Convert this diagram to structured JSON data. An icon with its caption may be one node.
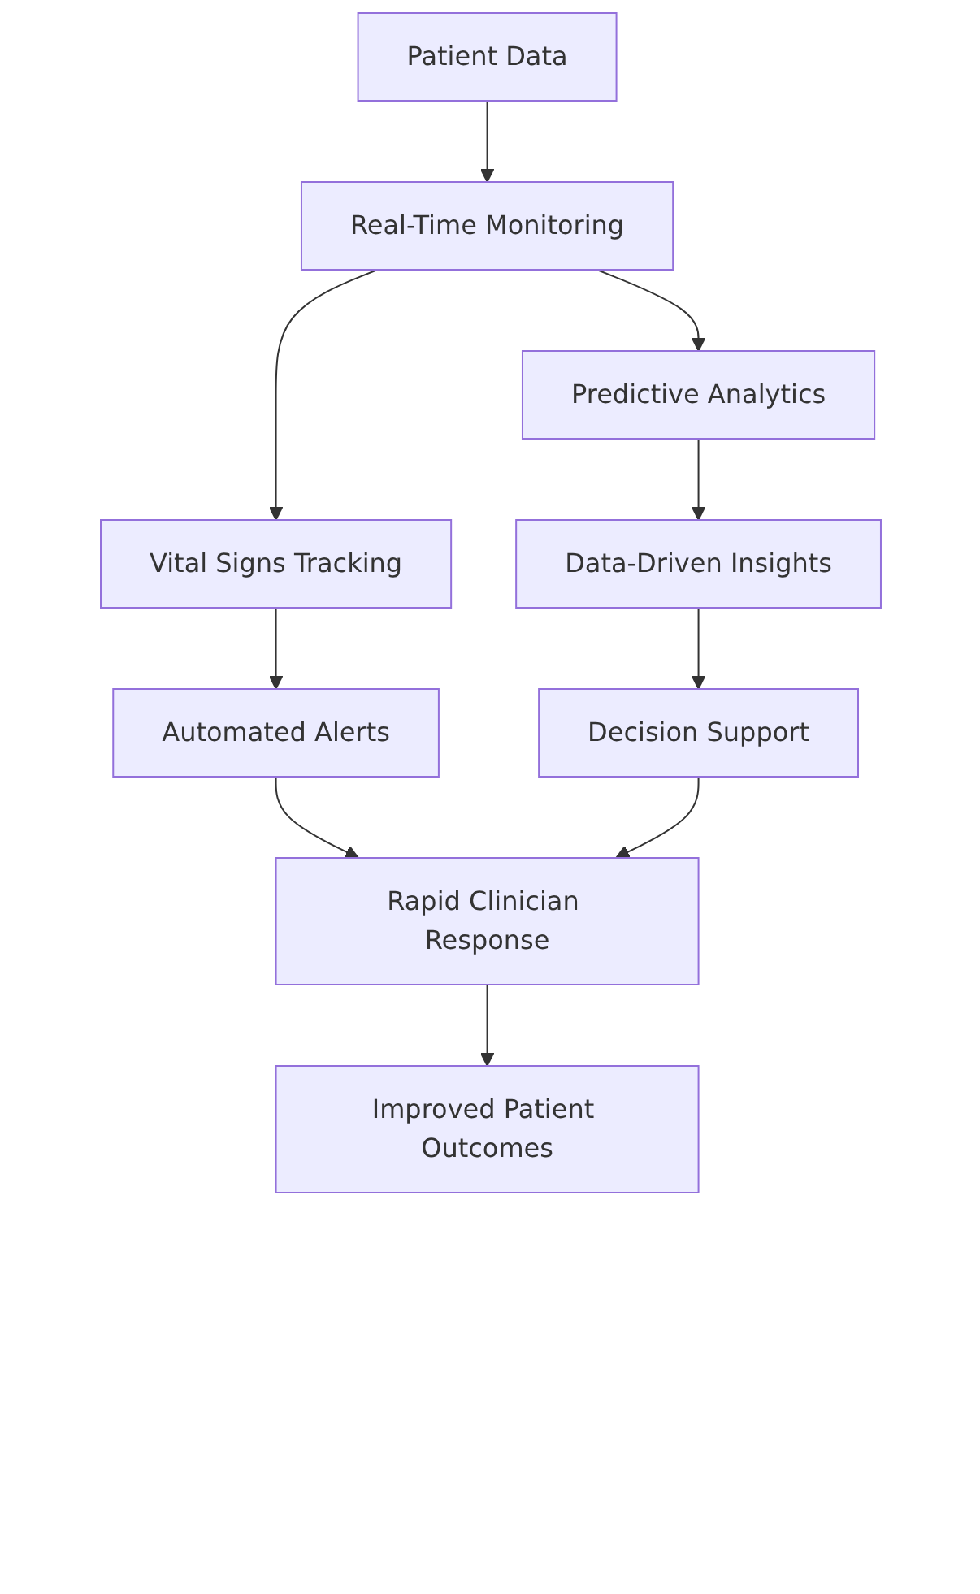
{
  "diagram": {
    "nodes": [
      {
        "text": [
          "Patient Data"
        ]
      },
      {
        "text": [
          "Real-Time Monitoring"
        ]
      },
      {
        "text": [
          "Predictive Analytics"
        ]
      },
      {
        "text": [
          "Vital Signs Tracking"
        ]
      },
      {
        "text": [
          "Data-Driven Insights"
        ]
      },
      {
        "text": [
          "Automated Alerts"
        ]
      },
      {
        "text": [
          "Decision Support"
        ]
      },
      {
        "text": [
          "Rapid Clinician Response"
        ]
      },
      {
        "text": [
          "Improved Patient Outcomes"
        ]
      }
    ],
    "edges": [
      {
        "from": 0,
        "to": 1,
        "arrow": "to"
      },
      {
        "from": 1,
        "to": 3,
        "arrow": "to"
      },
      {
        "from": 1,
        "to": 2,
        "arrow": "to"
      },
      {
        "from": 3,
        "to": 5,
        "arrow": "to"
      },
      {
        "from": 2,
        "to": 4,
        "arrow": "to"
      },
      {
        "from": 4,
        "to": 6,
        "arrow": "to"
      },
      {
        "from": 5,
        "to": 7,
        "arrow": "to"
      },
      {
        "from": 6,
        "to": 7,
        "arrow": "to"
      },
      {
        "from": 7,
        "to": 8,
        "arrow": "to"
      }
    ]
  }
}
